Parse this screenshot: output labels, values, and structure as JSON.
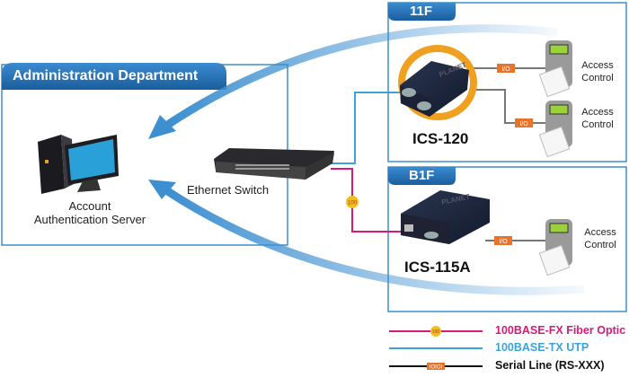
{
  "zones": {
    "admin": {
      "title": "Administration Department"
    },
    "floor_11f": {
      "title": "11F"
    },
    "floor_b1f": {
      "title": "B1F"
    }
  },
  "devices": {
    "server": {
      "label_line1": "Account",
      "label_line2": "Authentication Server"
    },
    "switch": {
      "label": "Ethernet Switch"
    },
    "ics120": {
      "label": "ICS-120"
    },
    "ics115a": {
      "label": "ICS-115A"
    },
    "access_controls": [
      {
        "line1": "Access",
        "line2": "Control"
      },
      {
        "line1": "Access",
        "line2": "Control"
      },
      {
        "line1": "Access",
        "line2": "Control"
      }
    ],
    "brand_logo": "PLANET"
  },
  "badges": {
    "io": "I/O",
    "fiber": "100",
    "serial": "IOIOI"
  },
  "legend": [
    {
      "label": "100BASE-FX Fiber Optic",
      "color": "#d6197a"
    },
    {
      "label": "100BASE-TX UTP",
      "color": "#3aa3dc"
    },
    {
      "label": "Serial Line (RS-XXX)",
      "color": "#111111"
    }
  ],
  "colors": {
    "zone_border": "#3d8fc8",
    "tab": "#1f6fb2",
    "io_badge": "#e8732a",
    "fiber": "#d6197a",
    "utp": "#3aa3dc",
    "serial": "#777777"
  }
}
